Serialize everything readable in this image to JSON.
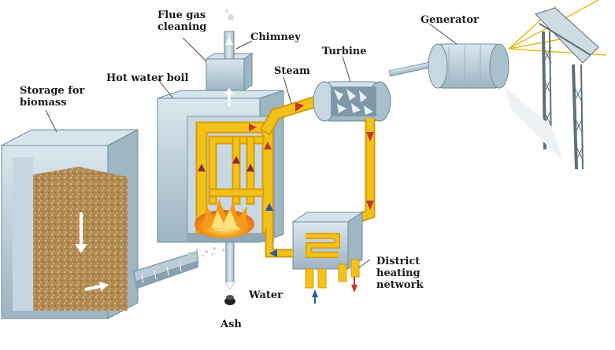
{
  "labels": {
    "flue_gas_cleaning": "Flue gas\ncleaning",
    "chimney": "Chimney",
    "turbine": "Turbine",
    "generator": "Generator",
    "steam": "Steam",
    "hot_water_boil": "Hot water boil",
    "storage_for_biomass": "Storage for\nbiomass",
    "district_heating_network": "District\nheating\nnetwork",
    "water": "Water",
    "ash": "Ash"
  },
  "colors": {
    "pipe": "#f2c21b",
    "pipe_dark": "#d99b0a",
    "steel": "#b9cdd8",
    "steel_dark": "#8aa6b6",
    "biomass": "#b8955e",
    "hot_arrow": "#c0392b",
    "cold_arrow": "#2c5aa0"
  }
}
